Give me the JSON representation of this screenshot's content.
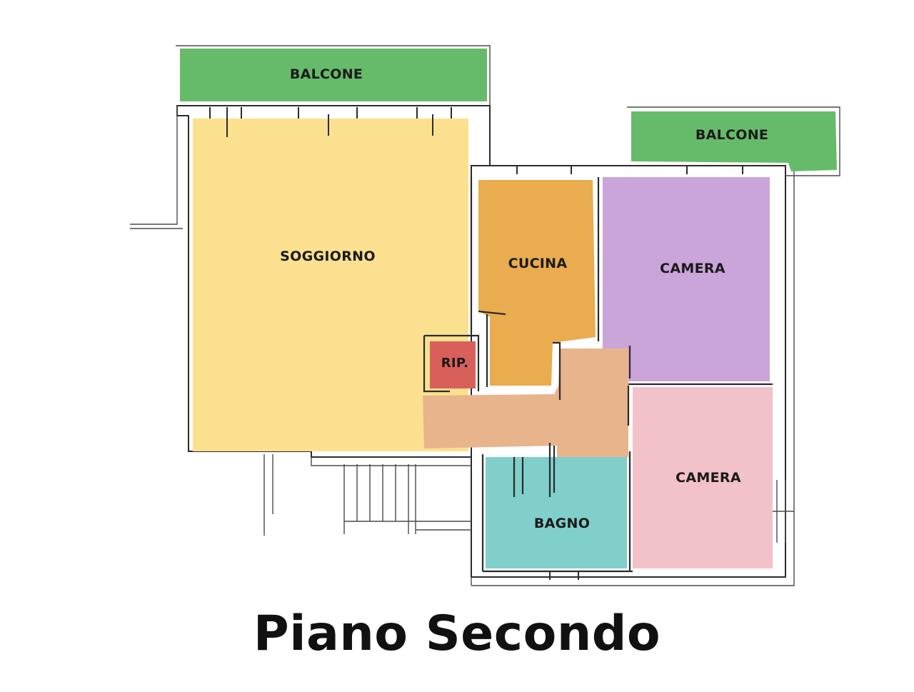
{
  "title": "Piano Secondo",
  "rooms": {
    "balcone_left": {
      "label": "BALCONE",
      "color": "#66bb6a"
    },
    "balcone_right": {
      "label": "BALCONE",
      "color": "#66bb6a"
    },
    "soggiorno": {
      "label": "SOGGIORNO",
      "color": "#fbe18f"
    },
    "cucina": {
      "label": "CUCINA",
      "color": "#e9ac4f"
    },
    "camera_top": {
      "label": "CAMERA",
      "color": "#c9a5da"
    },
    "camera_bottom": {
      "label": "CAMERA",
      "color": "#f3c1ca"
    },
    "ripostiglio": {
      "label": "RIP.",
      "color": "#d9605a"
    },
    "disimpegno": {
      "label": "",
      "color": "#e8b48b"
    },
    "bagno": {
      "label": "BAGNO",
      "color": "#80cfcb"
    }
  },
  "colors": {
    "walls": "#2b2b2b",
    "wall_fill": "#ffffff"
  }
}
